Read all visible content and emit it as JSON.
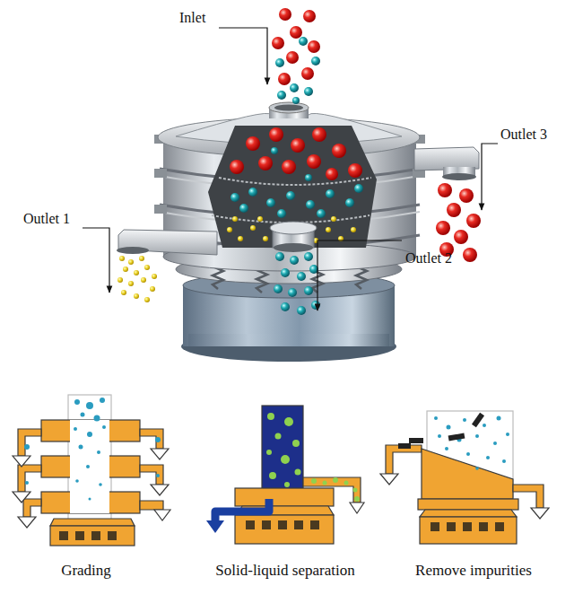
{
  "diagram": {
    "labels": [
      "Inlet",
      "Outlet 3",
      "Outlet 1",
      "Outlet 2",
      "Grading",
      "Solid-liquid separation",
      "Remove impurities"
    ]
  }
}
